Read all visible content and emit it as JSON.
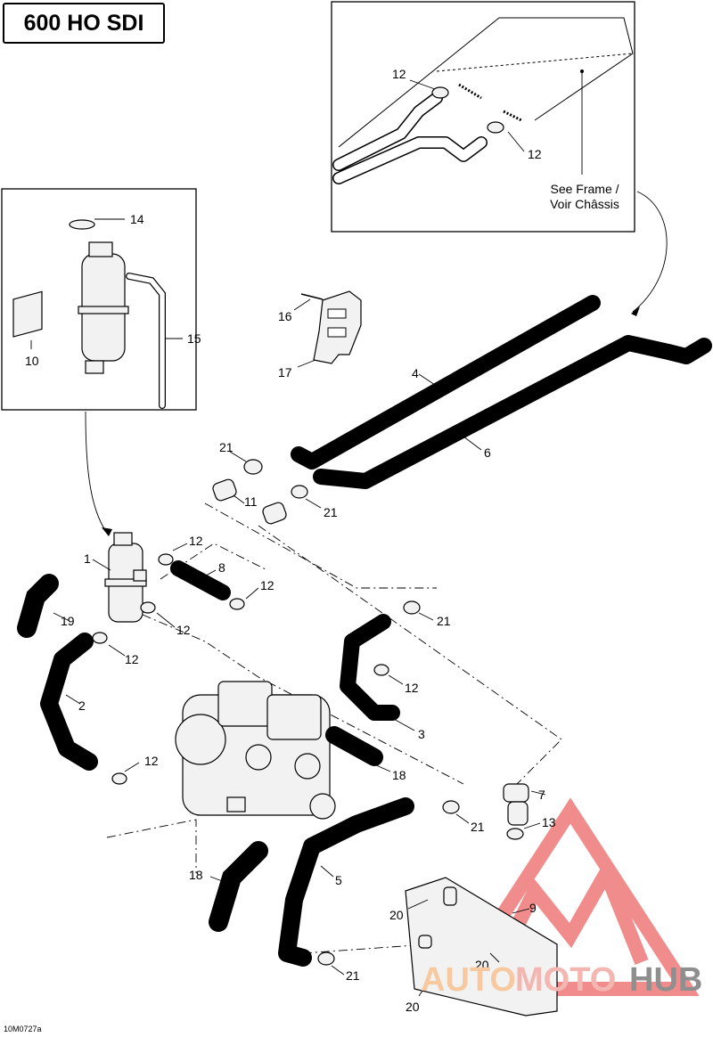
{
  "title": "600 HO SDI",
  "frame_note": [
    "See Frame /",
    "Voir Châssis"
  ],
  "ref_code": "10M0727a",
  "watermark": {
    "word_a": "AUTO",
    "word_b": "MOTO",
    "word_c": "HUB",
    "color_a": "#f6c9a0",
    "color_b": "#f4b6b0",
    "color_c": "#8f8f8f",
    "triangle_color": "#f08080"
  },
  "callouts": [
    "12",
    "12",
    "14",
    "15",
    "10",
    "16",
    "17",
    "4",
    "6",
    "21",
    "11",
    "21",
    "12",
    "1",
    "8",
    "12",
    "12",
    "19",
    "12",
    "21",
    "2",
    "12",
    "3",
    "12",
    "18",
    "7",
    "13",
    "21",
    "18",
    "5",
    "9",
    "20",
    "20",
    "21",
    "20"
  ]
}
